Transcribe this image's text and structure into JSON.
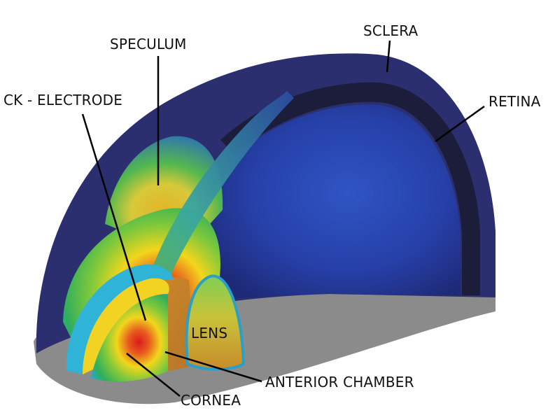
{
  "labels": {
    "sclera": "SCLERA",
    "speculum": "SPECULUM",
    "ck_electrode": "CK - ELECTRODE",
    "retina": "RETINA",
    "lens": "LENS",
    "anterior_chamber": "ANTERIOR CHAMBER",
    "cornea": "CORNEA"
  },
  "colors": {
    "sclera_outer": "#2c2f6e",
    "retina_band": "#1c1f3a",
    "interior_blue": "#2742a8",
    "hot_core": "#e3231f",
    "warm_yellow": "#f3e21a",
    "mid_green": "#3bb04a",
    "edge_cyan": "#28b7d8",
    "base_gray": "#8c8c8c",
    "leader_lines": "#000000"
  }
}
